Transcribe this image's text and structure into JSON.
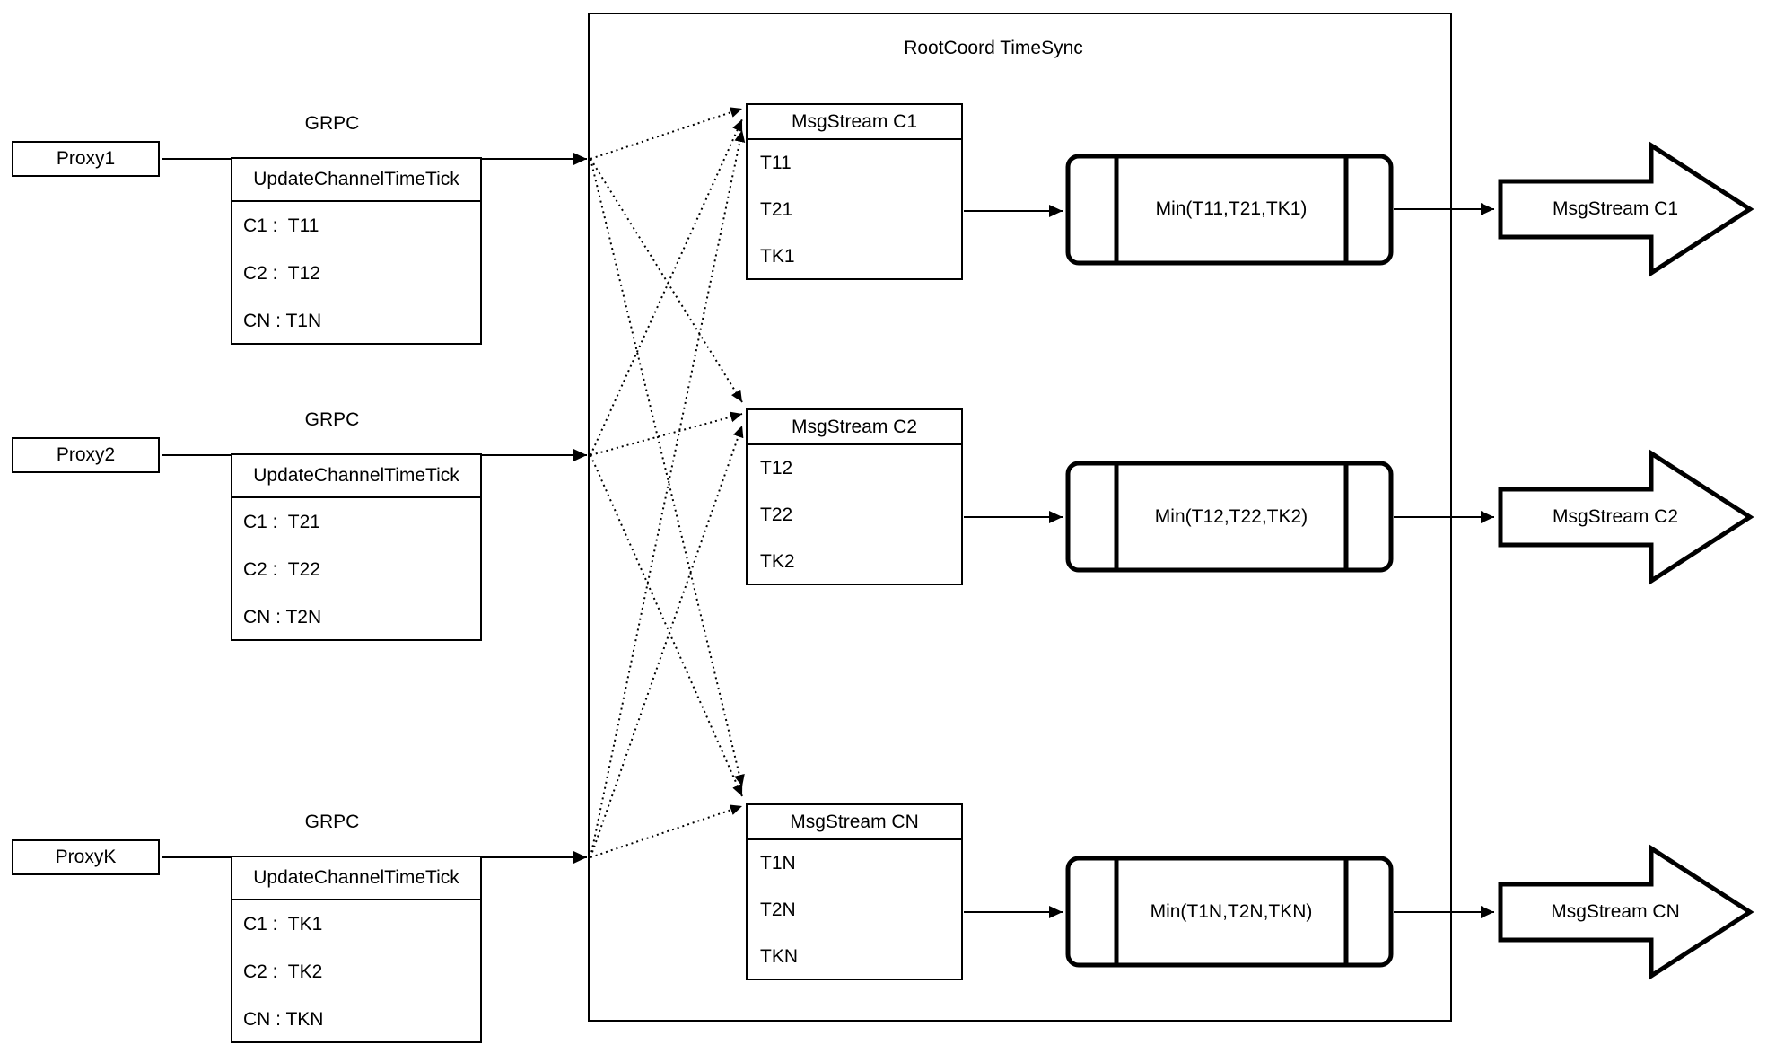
{
  "title": "RootCoord TimeSync",
  "colors": {
    "line": "#000000",
    "background": "#ffffff"
  },
  "proxies": [
    {
      "name": "Proxy1",
      "grpc": "GRPC",
      "table_header": "UpdateChannelTimeTick",
      "rows": [
        "C1 :  T11",
        "C2 :  T12",
        "CN : T1N"
      ]
    },
    {
      "name": "Proxy2",
      "grpc": "GRPC",
      "table_header": "UpdateChannelTimeTick",
      "rows": [
        "C1 :  T21",
        "C2 :  T22",
        "CN : T2N"
      ]
    },
    {
      "name": "ProxyK",
      "grpc": "GRPC",
      "table_header": "UpdateChannelTimeTick",
      "rows": [
        "C1 :  TK1",
        "C2 :  TK2",
        "CN : TKN"
      ]
    }
  ],
  "streams": [
    {
      "header": "MsgStream C1",
      "rows": [
        "T11",
        "T21",
        "TK1"
      ],
      "min_label": "Min(T11,T21,TK1)",
      "out_label": "MsgStream C1"
    },
    {
      "header": "MsgStream C2",
      "rows": [
        "T12",
        "T22",
        "TK2"
      ],
      "min_label": "Min(T12,T22,TK2)",
      "out_label": "MsgStream C2"
    },
    {
      "header": "MsgStream CN",
      "rows": [
        "T1N",
        "T2N",
        "TKN"
      ],
      "min_label": "Min(T1N,T2N,TKN)",
      "out_label": "MsgStream CN"
    }
  ]
}
